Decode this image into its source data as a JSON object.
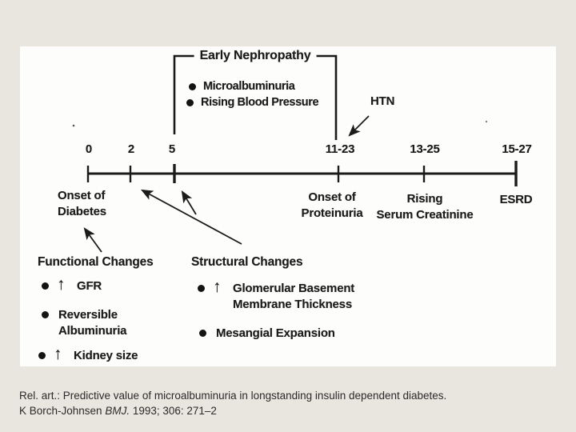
{
  "colors": {
    "page_bg": "#e9e6df",
    "figure_bg": "#fdfdfb",
    "ink": "#1b1b1b"
  },
  "figure": {
    "bracket": {
      "label": "Early Nephropathy",
      "bullets": [
        "Microalbuminuria",
        "Rising Blood Pressure"
      ]
    },
    "htn": "HTN",
    "ticks": [
      "0",
      "2",
      "5",
      "11-23",
      "13-25",
      "15-27"
    ],
    "milestones": {
      "diabetes": "Onset of\nDiabetes",
      "proteinuria": "Onset of\nProteinuria",
      "creatinine": "Rising\nSerum Creatinine",
      "esrd": "ESRD"
    },
    "functional": {
      "heading": "Functional Changes",
      "items": [
        {
          "up": "↑",
          "text": "GFR"
        },
        {
          "up": "",
          "text": "Reversible\nAlbuminuria"
        },
        {
          "up": "↑",
          "text": "Kidney size"
        }
      ]
    },
    "structural": {
      "heading": "Structural Changes",
      "items": [
        {
          "up": "↑",
          "text": "Glomerular Basement\nMembrane Thickness"
        },
        {
          "up": "",
          "text": "Mesangial Expansion"
        }
      ]
    }
  },
  "caption": {
    "line1": "Rel. art.: Predictive value of microalbuminuria in longstanding insulin dependent diabetes.",
    "line2_before": "K Borch-Johnsen ",
    "line2_italic": "BMJ.",
    "line2_after": " 1993; 306: 271–2"
  }
}
